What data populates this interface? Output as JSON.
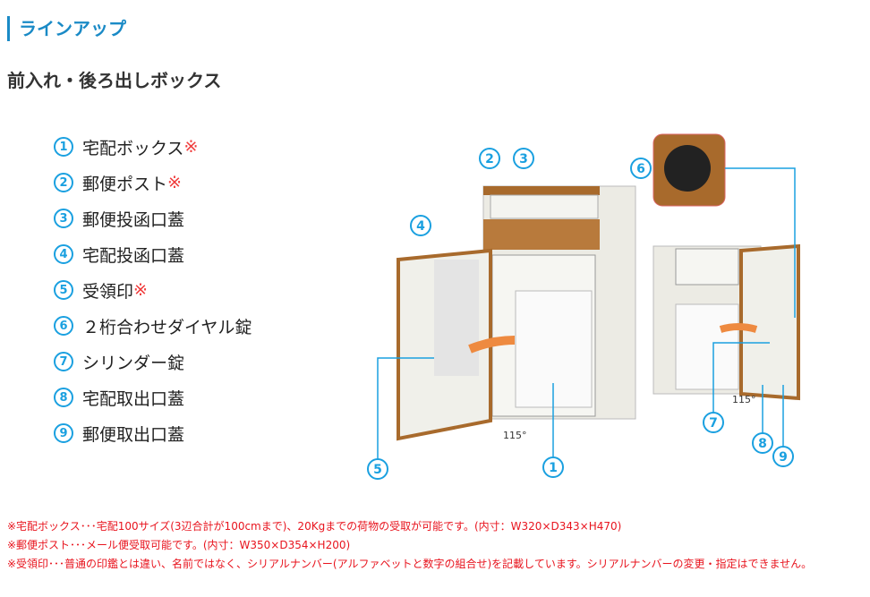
{
  "section_title": "ラインアップ",
  "product_title": "前入れ・後ろ出しボックス",
  "parts": [
    {
      "num": "1",
      "label": "宅配ボックス",
      "mark": "※"
    },
    {
      "num": "2",
      "label": "郵便ポスト",
      "mark": "※"
    },
    {
      "num": "3",
      "label": "郵便投函口蓋",
      "mark": ""
    },
    {
      "num": "4",
      "label": "宅配投函口蓋",
      "mark": ""
    },
    {
      "num": "5",
      "label": "受領印",
      "mark": "※"
    },
    {
      "num": "6",
      "label": "２桁合わせダイヤル錠",
      "mark": ""
    },
    {
      "num": "7",
      "label": "シリンダー錠",
      "mark": ""
    },
    {
      "num": "8",
      "label": "宅配取出口蓋",
      "mark": ""
    },
    {
      "num": "9",
      "label": "郵便取出口蓋",
      "mark": ""
    }
  ],
  "figure": {
    "angle_left": "115°",
    "angle_right": "115°"
  },
  "notes": [
    "※宅配ボックス･･･宅配100サイズ(3辺合計が100cmまで)、20Kgまでの荷物の受取が可能です。(内寸：W320×D343×H470)",
    "※郵便ポスト･･･メール便受取可能です。(内寸：W350×D354×H200)",
    "※受領印･･･普通の印鑑とは違い、名前ではなく、シリアルナンバー(アルファベットと数字の組合せ)を記載しています。シリアルナンバーの変更・指定はできません。"
  ],
  "colors": {
    "accent": "#1a8ac6",
    "callout": "#1aa0e0",
    "note": "#e8141e"
  }
}
